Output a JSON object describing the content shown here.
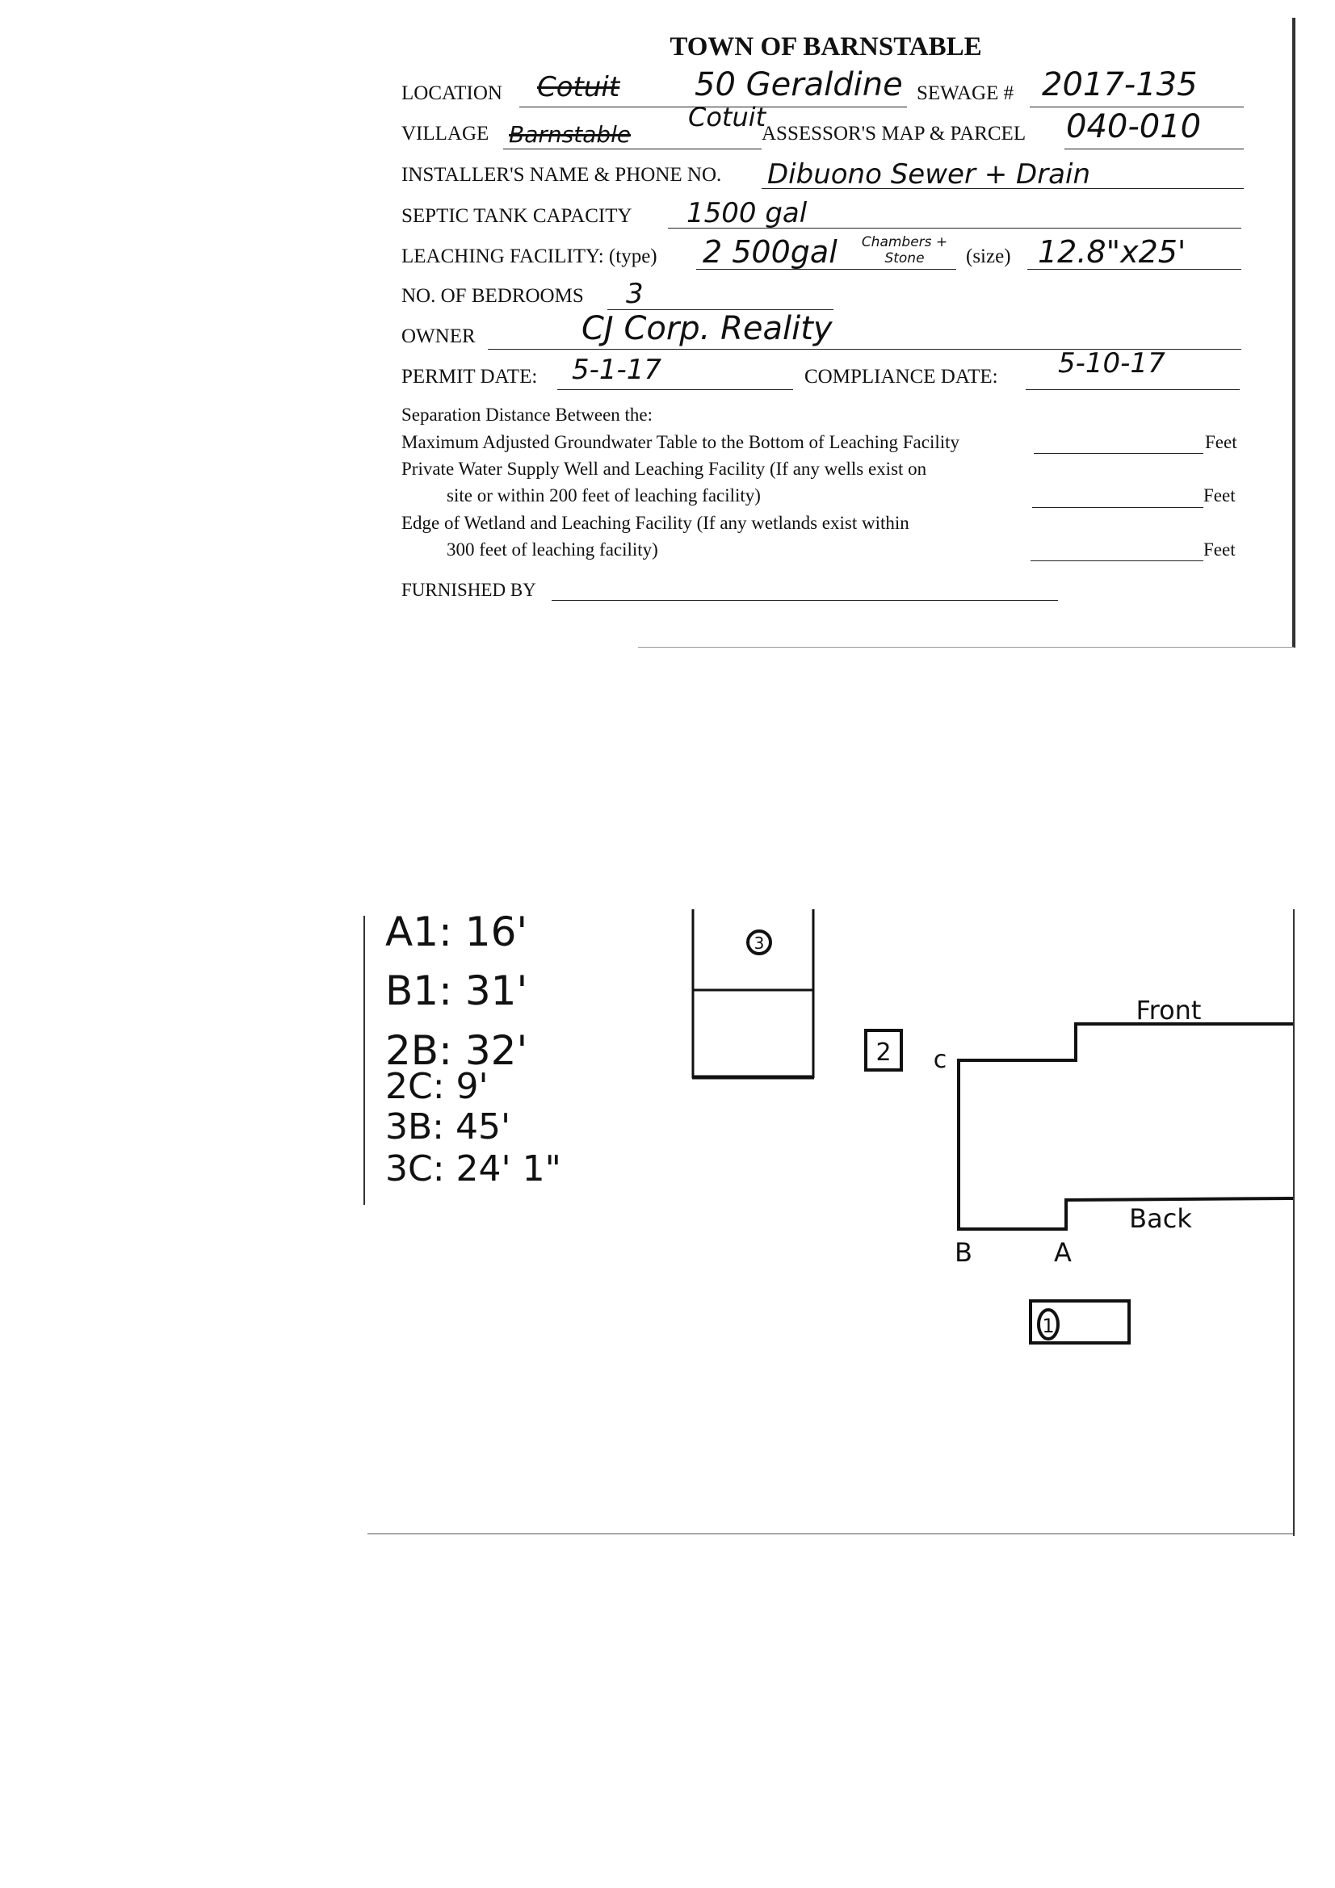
{
  "form": {
    "title": "TOWN OF BARNSTABLE",
    "location_label": "LOCATION",
    "location_struck": "Cotuit",
    "location_value": "50 Geraldine",
    "sewage_label": "SEWAGE #",
    "sewage_value": "2017-135",
    "village_label": "VILLAGE",
    "village_struck": "Barnstable",
    "village_value": "Cotuit",
    "parcel_label": "ASSESSOR'S MAP & PARCEL",
    "parcel_value": "040-010",
    "installer_label": "INSTALLER'S NAME & PHONE NO.",
    "installer_value": "Dibuono Sewer + Drain",
    "septic_label": "SEPTIC TANK CAPACITY",
    "septic_value": "1500 gal",
    "leaching_label": "LEACHING FACILITY: (type)",
    "leaching_type_value": "2 500gal",
    "leaching_type_note": "Chambers + Stone",
    "size_label": "(size)",
    "size_value": "12.8\"x25'",
    "bedrooms_label": "NO. OF BEDROOMS",
    "bedrooms_value": "3",
    "owner_label": "OWNER",
    "owner_value": "CJ Corp. Reality",
    "permit_label": "PERMIT DATE:",
    "permit_value": "5-1-17",
    "compliance_label": "COMPLIANCE DATE:",
    "compliance_value": "5-10-17",
    "separation_heading": "Separation Distance Between the:",
    "sep1": "Maximum Adjusted Groundwater Table to the Bottom of Leaching Facility",
    "sep2a": "Private Water Supply Well and Leaching Facility (If any wells exist on",
    "sep2b": "site or within 200 feet of leaching facility)",
    "sep3a": "Edge of Wetland and Leaching Facility (If any wetlands exist within",
    "sep3b": "300 feet of leaching facility)",
    "feet": "Feet",
    "furnished_label": "FURNISHED BY"
  },
  "sketch": {
    "notes": [
      "A1: 16'",
      "B1: 31'",
      "2B: 32'",
      "2C: 9'",
      "3B: 45'",
      "3C: 24' 1\""
    ],
    "marker_3": "3",
    "marker_2": "2",
    "marker_1": "1",
    "label_c": "c",
    "label_front": "Front",
    "label_back": "Back",
    "label_b": "B",
    "label_a": "A"
  }
}
